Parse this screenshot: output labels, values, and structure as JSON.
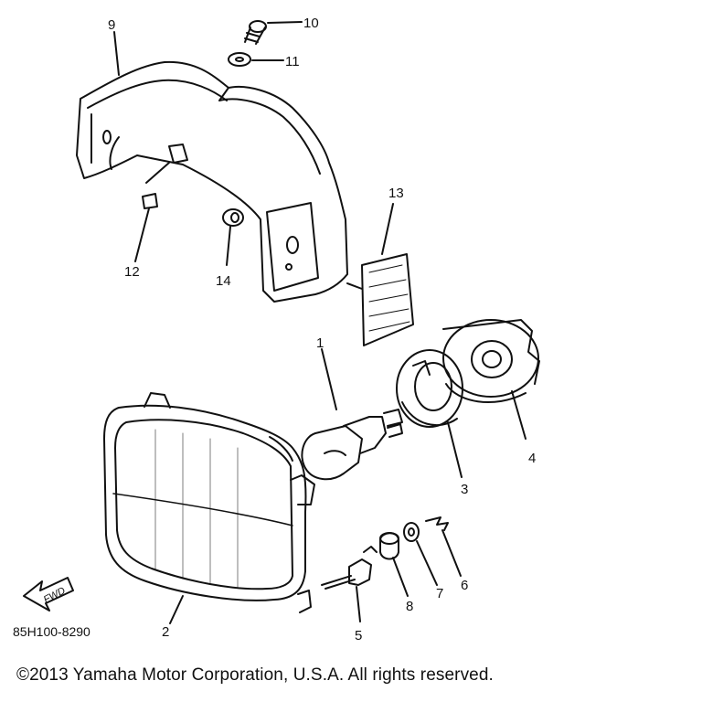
{
  "diagram": {
    "part_code": "85H100-8290",
    "fwd_label": "FWD",
    "callouts": [
      {
        "id": "1",
        "label": "1"
      },
      {
        "id": "2",
        "label": "2"
      },
      {
        "id": "3",
        "label": "3"
      },
      {
        "id": "4",
        "label": "4"
      },
      {
        "id": "5",
        "label": "5"
      },
      {
        "id": "6",
        "label": "6"
      },
      {
        "id": "7",
        "label": "7"
      },
      {
        "id": "8",
        "label": "8"
      },
      {
        "id": "9",
        "label": "9"
      },
      {
        "id": "10",
        "label": "10"
      },
      {
        "id": "11",
        "label": "11"
      },
      {
        "id": "12",
        "label": "12"
      },
      {
        "id": "13",
        "label": "13"
      },
      {
        "id": "14",
        "label": "14"
      }
    ]
  },
  "footer": {
    "copyright": "©2013 Yamaha Motor Corporation, U.S.A. All rights reserved."
  }
}
